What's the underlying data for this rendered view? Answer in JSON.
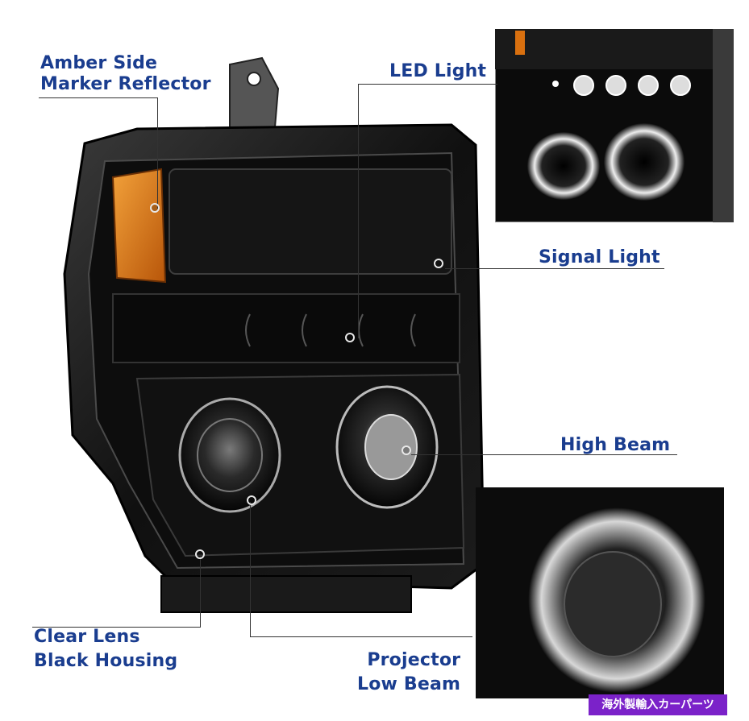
{
  "labels": {
    "amber_side_marker": [
      "Amber Side",
      "Marker Reflector"
    ],
    "led_light": "LED Light",
    "signal_light": "Signal Light",
    "high_beam": "High Beam",
    "clear_lens": [
      "Clear Lens",
      "Black Housing"
    ],
    "projector_low_beam": [
      "Projector",
      "Low Beam"
    ]
  },
  "watermark": "海外製輸入カーパーツ",
  "colors": {
    "label_blue": "#1a3d8f",
    "amber": "#d9700f",
    "watermark_purple": "#7b22c9"
  }
}
